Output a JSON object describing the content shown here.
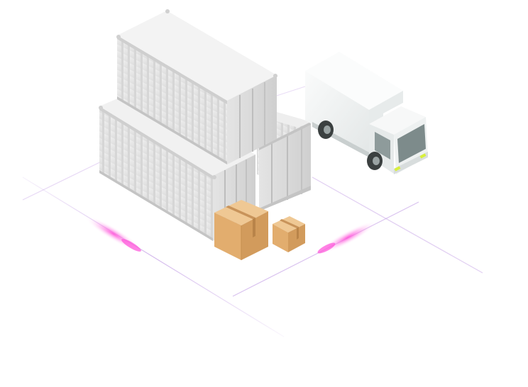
{
  "scene": {
    "description_id": "logistics-isometric-illustration",
    "objects": {
      "containers": 3,
      "cardboard_boxes": 2,
      "delivery_truck": 1
    },
    "colors": {
      "background": "#ffffff",
      "container_light": "#eeeeee",
      "container_mid": "#dddddd",
      "container_dark": "#c9c9c9",
      "container_rib": "#cfcfcf",
      "box_top": "#efc894",
      "box_front": "#e2ad6e",
      "box_side": "#d29b5c",
      "box_tape": "#c8935a",
      "truck_body": "#f3f5f5",
      "truck_shade": "#dde2e2",
      "window": "#7d8b8b",
      "tire": "#3b4040",
      "headlight": "#d8ef3c",
      "grid_line": "#c9a8e8",
      "glow": "#ff4fd8"
    }
  }
}
